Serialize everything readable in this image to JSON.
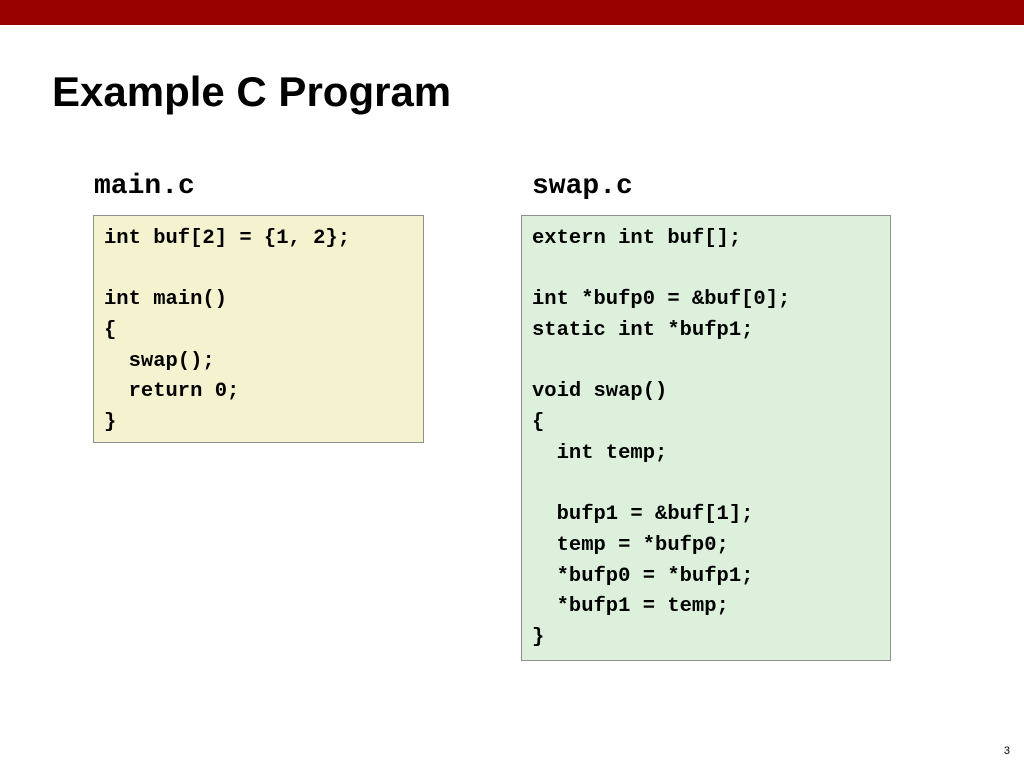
{
  "slide": {
    "title": "Example C Program",
    "page_number": "3",
    "colors": {
      "top_bar": "#990000",
      "main_box": "#f5f2cf",
      "swap_box": "#dcf0dc"
    }
  },
  "files": [
    {
      "name": "main.c",
      "lines": [
        "int buf[2] = {1, 2};",
        "",
        "int main()",
        "{",
        "  swap();",
        "  return 0;",
        "}"
      ]
    },
    {
      "name": "swap.c",
      "lines": [
        "extern int buf[];",
        "",
        "int *bufp0 = &buf[0];",
        "static int *bufp1;",
        "",
        "void swap()",
        "{",
        "  int temp;",
        "",
        "  bufp1 = &buf[1];",
        "  temp = *bufp0;",
        "  *bufp0 = *bufp1;",
        "  *bufp1 = temp;",
        "}"
      ]
    }
  ]
}
